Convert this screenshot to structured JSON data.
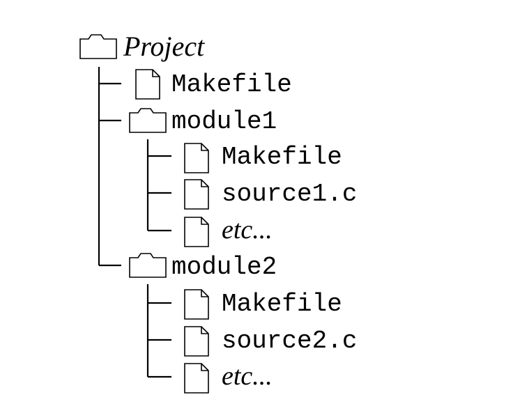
{
  "tree": {
    "root": {
      "name": "Project",
      "children": [
        {
          "name": "Makefile"
        },
        {
          "name": "module1",
          "children": [
            {
              "name": "Makefile"
            },
            {
              "name": "source1.c"
            },
            {
              "name": "etc..."
            }
          ]
        },
        {
          "name": "module2",
          "children": [
            {
              "name": "Makefile"
            },
            {
              "name": "source2.c"
            },
            {
              "name": "etc..."
            }
          ]
        }
      ]
    }
  }
}
